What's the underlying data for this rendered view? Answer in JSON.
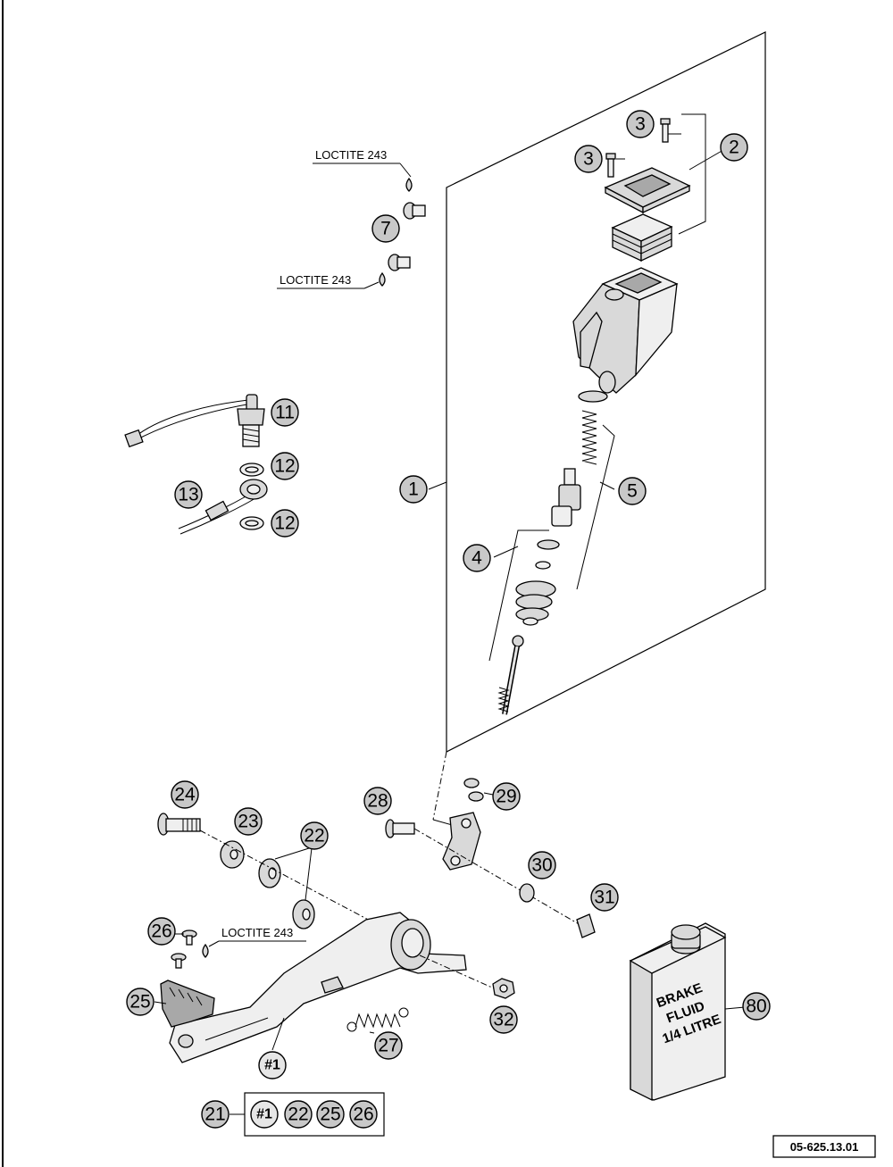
{
  "callouts": [
    {
      "label": "1"
    },
    {
      "label": "2"
    },
    {
      "label": "3"
    },
    {
      "label": "3"
    },
    {
      "label": "4"
    },
    {
      "label": "5"
    },
    {
      "label": "7"
    },
    {
      "label": "11"
    },
    {
      "label": "12"
    },
    {
      "label": "12"
    },
    {
      "label": "13"
    },
    {
      "label": "21"
    },
    {
      "label": "22"
    },
    {
      "label": "23"
    },
    {
      "label": "24"
    },
    {
      "label": "25"
    },
    {
      "label": "26"
    },
    {
      "label": "27"
    },
    {
      "label": "28"
    },
    {
      "label": "29"
    },
    {
      "label": "30"
    },
    {
      "label": "31"
    },
    {
      "label": "32"
    },
    {
      "label": "80"
    },
    {
      "label": "#1"
    }
  ],
  "kit": {
    "items": [
      "#1",
      "22",
      "25",
      "26"
    ]
  },
  "notes": {
    "loctite_top": "LOCTITE 243",
    "loctite_mid": "LOCTITE 243",
    "loctite_bottom": "LOCTITE 243"
  },
  "bottle": {
    "line1": "BRAKE",
    "line2": "FLUID",
    "line3": "1/4 LITRE"
  },
  "reference": "05-625.13.01"
}
